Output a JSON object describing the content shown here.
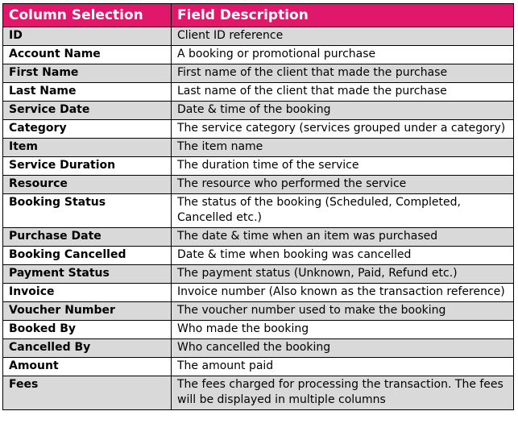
{
  "header": {
    "col1": "Column Selection",
    "col2": "Field Description"
  },
  "rows": [
    {
      "name": "ID",
      "description": "Client ID reference"
    },
    {
      "name": "Account Name",
      "description": "A booking or promotional purchase"
    },
    {
      "name": "First Name",
      "description": "First name of the client that made the purchase"
    },
    {
      "name": "Last Name",
      "description": "Last name of the client that made the purchase"
    },
    {
      "name": "Service Date",
      "description": "Date & time of the booking"
    },
    {
      "name": "Category",
      "description": "The service category (services grouped under a category)"
    },
    {
      "name": "Item",
      "description": "The item name"
    },
    {
      "name": "Service Duration",
      "description": "The duration time of the service"
    },
    {
      "name": "Resource",
      "description": "The resource who performed the service"
    },
    {
      "name": "Booking Status",
      "description": "The status of the booking (Scheduled, Completed, Cancelled etc.)"
    },
    {
      "name": "Purchase Date",
      "description": "The date & time when an item was purchased"
    },
    {
      "name": "Booking Cancelled",
      "description": "Date & time when booking was cancelled"
    },
    {
      "name": "Payment Status",
      "description": "The payment status (Unknown, Paid, Refund etc.)"
    },
    {
      "name": "Invoice",
      "description": "Invoice number (Also known as the transaction reference)"
    },
    {
      "name": "Voucher Number",
      "description": "The voucher number used to make the booking"
    },
    {
      "name": "Booked By",
      "description": "Who made the booking"
    },
    {
      "name": "Cancelled By",
      "description": "Who cancelled the booking"
    },
    {
      "name": "Amount",
      "description": "The amount paid"
    },
    {
      "name": "Fees",
      "description": "The fees charged for processing the transaction. The fees will be displayed in multiple columns"
    }
  ],
  "colors": {
    "header_bg": "#e0176a",
    "row_shade": "#d9d9d9",
    "row_plain": "#ffffff"
  }
}
